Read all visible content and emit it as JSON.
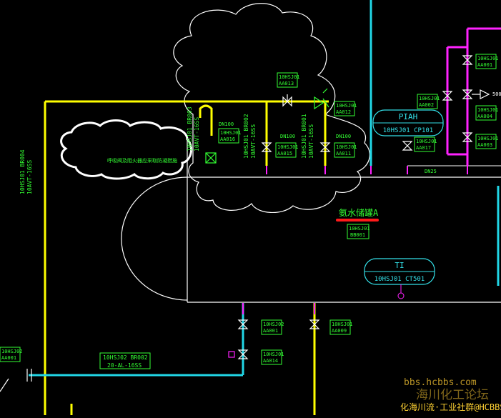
{
  "colors": {
    "background": "#000000",
    "pipe_yellow": "#ffff00",
    "pipe_cyan": "#21d6e6",
    "pipe_magenta": "#ff22ff",
    "line_white": "#ffffff",
    "tag_green": "#33ff33",
    "instrument_cyan": "#33e0e8",
    "callout_red": "#ff1a1a",
    "watermark": "#ffd233"
  },
  "instruments": {
    "piah": {
      "function": "PIAH",
      "tag": "10HSJ01 CP101"
    },
    "ti": {
      "function": "TI",
      "tag": "10HSJ01 CT501"
    }
  },
  "vessel": {
    "name": "氨水储罐A",
    "tag_line1": "10HSJ01",
    "tag_line2": "BB001"
  },
  "cloud_note": "呼吸阀及阻火器应采取防凝措施",
  "pipelines": {
    "left_vertical": {
      "line1": "10HSJ01 BR004",
      "line2": "10AVT-16SS"
    },
    "top_vertical_1": {
      "line1": "10HSJ01 BR003",
      "line2": "10AVT-16SS"
    },
    "top_vertical_2": {
      "line1": "10HSJ01 BR002",
      "line2": "10AVT-16SS"
    },
    "top_vertical_3": {
      "line1": "10HSJ01 BR001",
      "line2": "10AVT-16SS"
    },
    "bottom_left": {
      "line1": "10HSJ02 BR002",
      "line2": "20-AL-16SS"
    }
  },
  "sizes": {
    "dn100_a": "DN100",
    "dn100_b": "DN100",
    "dn100_c": "DN100",
    "dn25": "DN25",
    "num_500": "500"
  },
  "valves": {
    "aa013": {
      "line1": "10HSJ01",
      "line2": "AA013"
    },
    "aa012": {
      "line1": "10HSJ01",
      "line2": "AA012"
    },
    "aa016": {
      "line1": "10HSJ01",
      "line2": "AA016"
    },
    "aa015": {
      "line1": "10HSJ01",
      "line2": "AA015"
    },
    "aa011": {
      "line1": "10HSJ01",
      "line2": "AA011"
    },
    "aa017": {
      "line1": "10HSJ01",
      "line2": "AA017"
    },
    "aa002": {
      "line1": "10HSJ01",
      "line2": "AA002"
    },
    "aa001_right": {
      "line1": "10HSJ01",
      "line2": "AA001"
    },
    "aa004": {
      "line1": "10HSJ01",
      "line2": "AA004"
    },
    "aa003": {
      "line1": "10HSJ01",
      "line2": "AA003"
    },
    "aa001_bottom": {
      "line1": "10HSJ02",
      "line2": "AA001"
    },
    "aa014": {
      "line1": "10HSJ01",
      "line2": "AA014"
    },
    "aa009": {
      "line1": "10HSJ01",
      "line2": "AA009"
    },
    "aa001_left": {
      "line1": "10HSJ02",
      "line2": "AA001"
    }
  },
  "watermark": {
    "url": "bbs.hcbbs.com",
    "forum": "海川化工论坛",
    "footer": "化海川流·工业社群@HCBBS"
  }
}
